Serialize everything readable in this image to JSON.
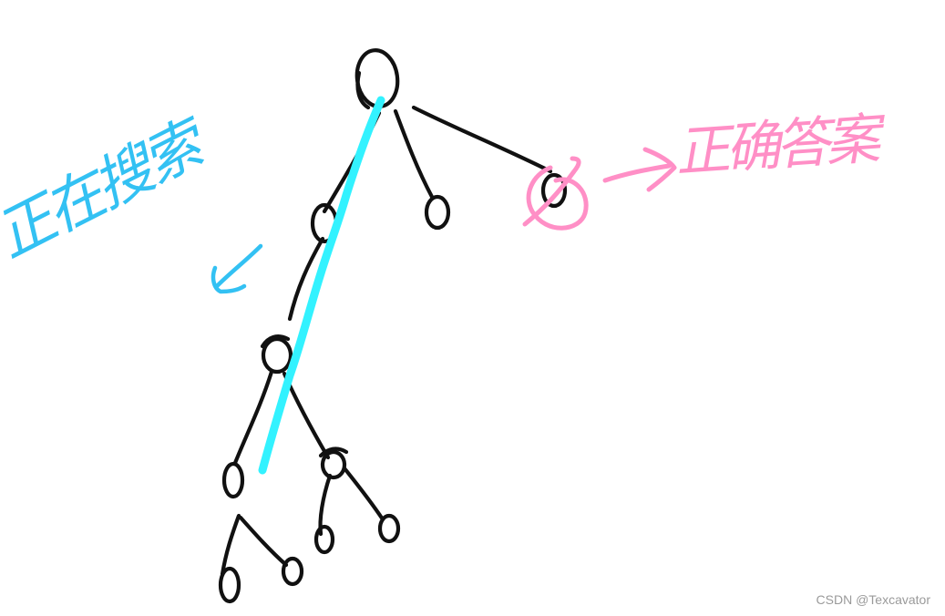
{
  "annotations": {
    "wrong_path_label": "正在搜索",
    "correct_answer_label": "正确答案",
    "cyan": "#33f2ff",
    "cyan_text": "#33c1f3",
    "pink": "#ff8fc6",
    "ink": "#111111"
  },
  "watermark": "CSDN @Texcavator"
}
